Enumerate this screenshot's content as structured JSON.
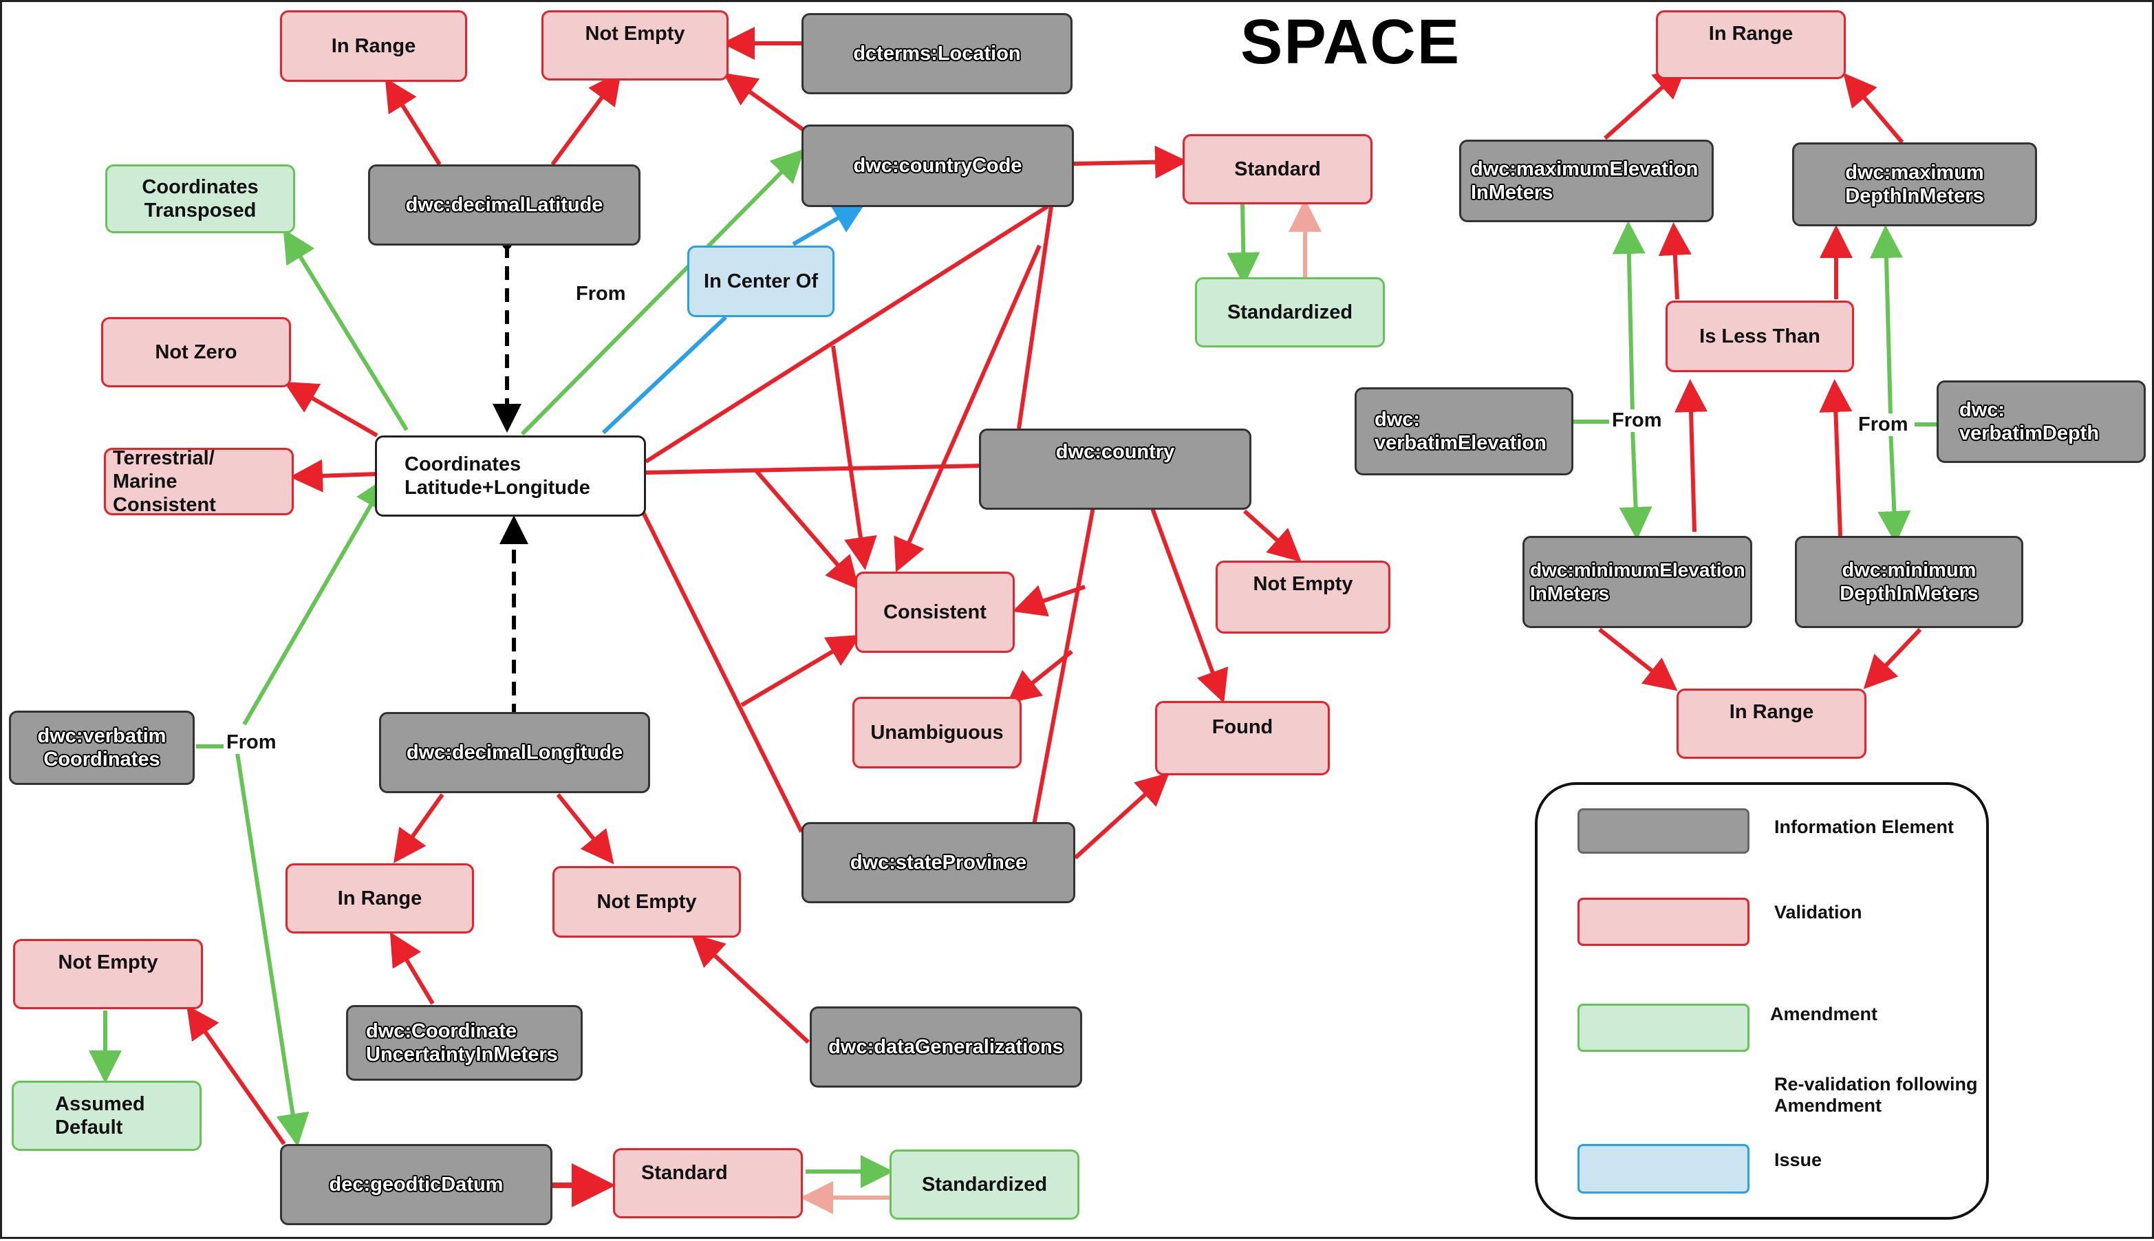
{
  "title": "SPACE",
  "colors": {
    "information_element": "#9b9b9b",
    "validation": "#e8212a",
    "validation_fill": "#f3cccd",
    "amendment": "#66c455",
    "amendment_fill": "#cdebd5",
    "revalidation": "#efa79c",
    "issue": "#2aa0e6",
    "issue_fill": "#cce3f2"
  },
  "nodes": {
    "in_range_lat": "In Range",
    "not_empty_lat": "Not Empty",
    "dcterms_location": "dcterms:Location",
    "coordinates_transposed": "Coordinates\nTransposed",
    "decimal_latitude": "dwc:decimalLatitude",
    "country_code": "dwc:countryCode",
    "standard_country": "Standard",
    "standardized_country": "Standardized",
    "in_center_of": "In Center Of",
    "not_zero": "Not Zero",
    "terrestrial_marine": "Terrestrial/\nMarine Consistent",
    "coordinates": "Coordinates\nLatitude+Longitude",
    "country": "dwc:country",
    "consistent": "Consistent",
    "not_empty_country": "Not Empty",
    "unambiguous": "Unambiguous",
    "found": "Found",
    "verbatim_coordinates": "dwc:verbatim\nCoordinates",
    "decimal_longitude": "dwc:decimalLongitude",
    "state_province": "dwc:stateProvince",
    "in_range_lon": "In Range",
    "not_empty_lon": "Not Empty",
    "not_empty_datum": "Not Empty",
    "assumed_default": "Assumed\nDefault",
    "coordinate_uncertainty": "dwc:Coordinate\nUncertaintyInMeters",
    "data_generalizations": "dwc:dataGeneralizations",
    "geodetic_datum": "dec:geodticDatum",
    "standard_datum": "Standard",
    "standardized_datum": "Standardized",
    "in_range_top": "In Range",
    "max_elevation": "dwc:maximumElevation\nInMeters",
    "max_depth": "dwc:maximum\nDepthInMeters",
    "is_less_than": "Is Less Than",
    "verbatim_elevation": "dwc:\nverbatimElevation",
    "verbatim_depth": "dwc:\nverbatimDepth",
    "min_elevation": "dwc:minimumElevation\nInMeters",
    "min_depth": "dwc:minimum\nDepthInMeters",
    "in_range_bottom": "In Range"
  },
  "edge_labels": {
    "from_countrycode": "From",
    "from_verbatim_coordinates": "From",
    "from_verbatim_elevation": "From",
    "from_verbatim_depth": "From"
  },
  "legend": {
    "information_element": "Information Element",
    "validation": "Validation",
    "amendment": "Amendment",
    "revalidation": "Re-validation following\nAmendment",
    "issue": "Issue"
  }
}
